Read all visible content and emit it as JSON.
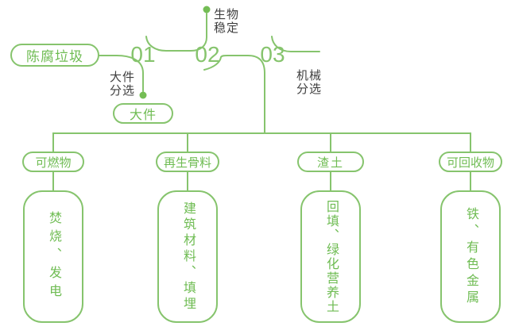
{
  "source": {
    "label": "陈腐垃圾"
  },
  "steps": [
    {
      "num": "01",
      "label": "大件\n分选"
    },
    {
      "num": "02",
      "label": "生物\n稳定"
    },
    {
      "num": "03",
      "label": "机械\n分选"
    }
  ],
  "bulky": {
    "label": "大件"
  },
  "branches": [
    {
      "category": "可燃物",
      "output": "焚烧、发电"
    },
    {
      "category": "再生骨料",
      "output": "建筑材料、填埋"
    },
    {
      "category": "渣土",
      "output": "回填、绿化营养土"
    },
    {
      "category": "可回收物",
      "output": "铁、有色金属"
    }
  ],
  "colors": {
    "line_green": "#86C46D",
    "node_text_green": "#6FBC53",
    "dot_green": "#74BD55",
    "label_dark": "#3F3F3F",
    "background": "#FFFFFF"
  }
}
